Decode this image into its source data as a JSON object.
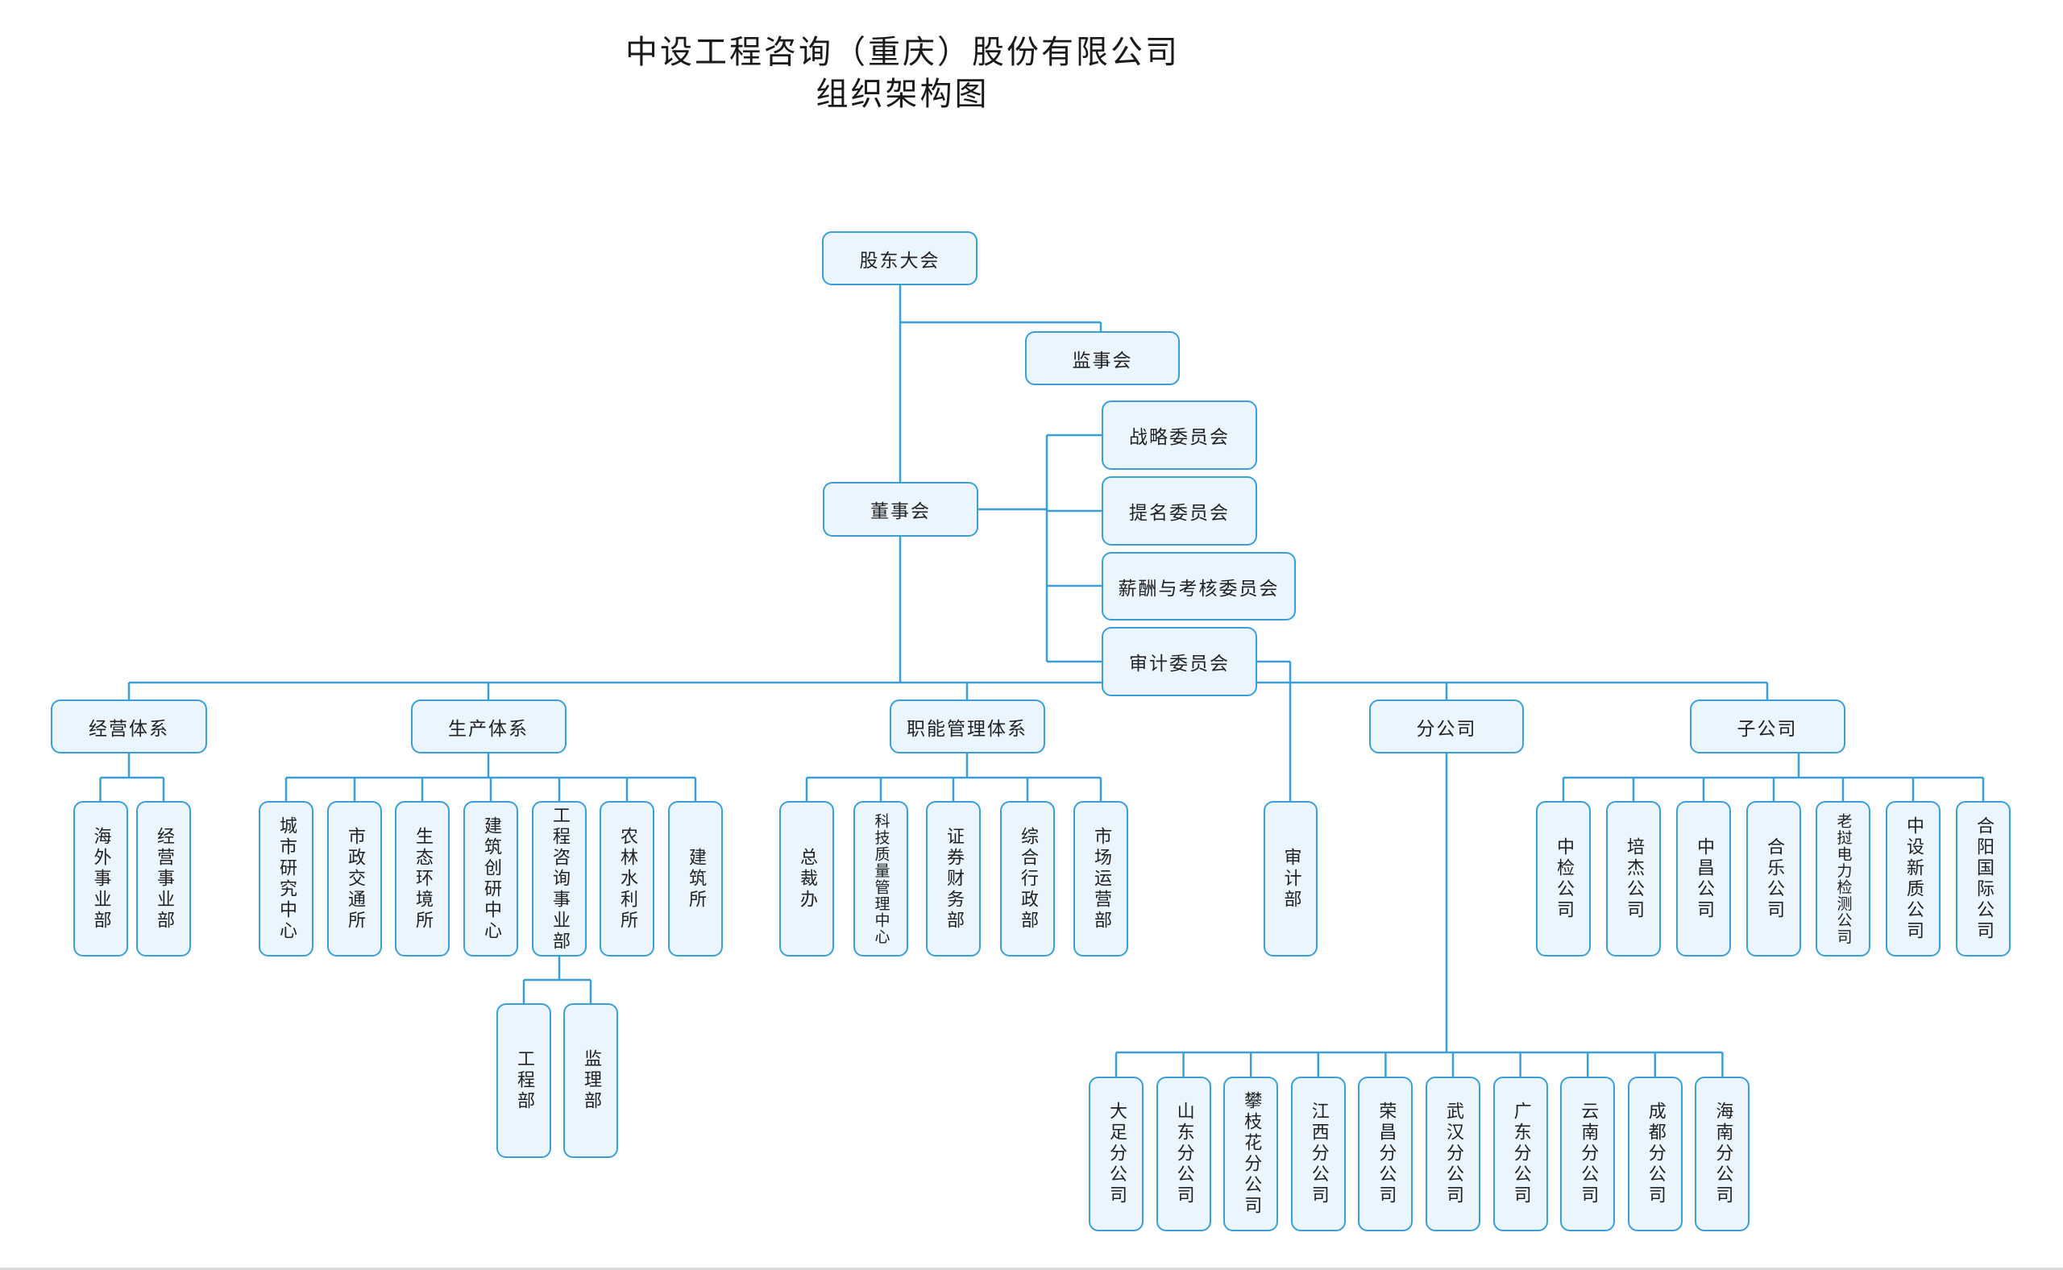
{
  "title": {
    "line1": "中设工程咨询（重庆）股份有限公司",
    "line2": "组织架构图"
  },
  "colors": {
    "line": "#3a9fd6",
    "box_border": "#3a9fd6",
    "box_fill": "#eaf5fd",
    "text": "#222222"
  },
  "org": {
    "shareholders": "股东大会",
    "supervisory_board": "监事会",
    "board": "董事会",
    "committees": [
      "战略委员会",
      "提名委员会",
      "薪酬与考核委员会",
      "审计委员会"
    ],
    "audit_department": "审计部",
    "systems": [
      {
        "name": "经营体系",
        "units": [
          "海外事业部",
          "经营事业部"
        ]
      },
      {
        "name": "生产体系",
        "units": [
          "城市研究中心",
          "市政交通所",
          "生态环境所",
          "建筑创研中心",
          "工程咨询事业部",
          "农林水利所",
          "建筑所"
        ],
        "sub_units_of": "工程咨询事业部",
        "sub_units": [
          "工程部",
          "监理部"
        ]
      },
      {
        "name": "职能管理体系",
        "units": [
          "总裁办",
          "科技质量管理中心",
          "证券财务部",
          "综合行政部",
          "市场运营部"
        ]
      },
      {
        "name": "分公司",
        "units": [
          "大足分公司",
          "山东分公司",
          "攀枝花分公司",
          "江西分公司",
          "荣昌分公司",
          "武汉分公司",
          "广东分公司",
          "云南分公司",
          "成都分公司",
          "海南分公司"
        ]
      },
      {
        "name": "子公司",
        "units": [
          "中检公司",
          "培杰公司",
          "中昌公司",
          "合乐公司",
          "老挝电力检测公司",
          "中设新质公司",
          "合阳国际公司"
        ]
      }
    ]
  }
}
